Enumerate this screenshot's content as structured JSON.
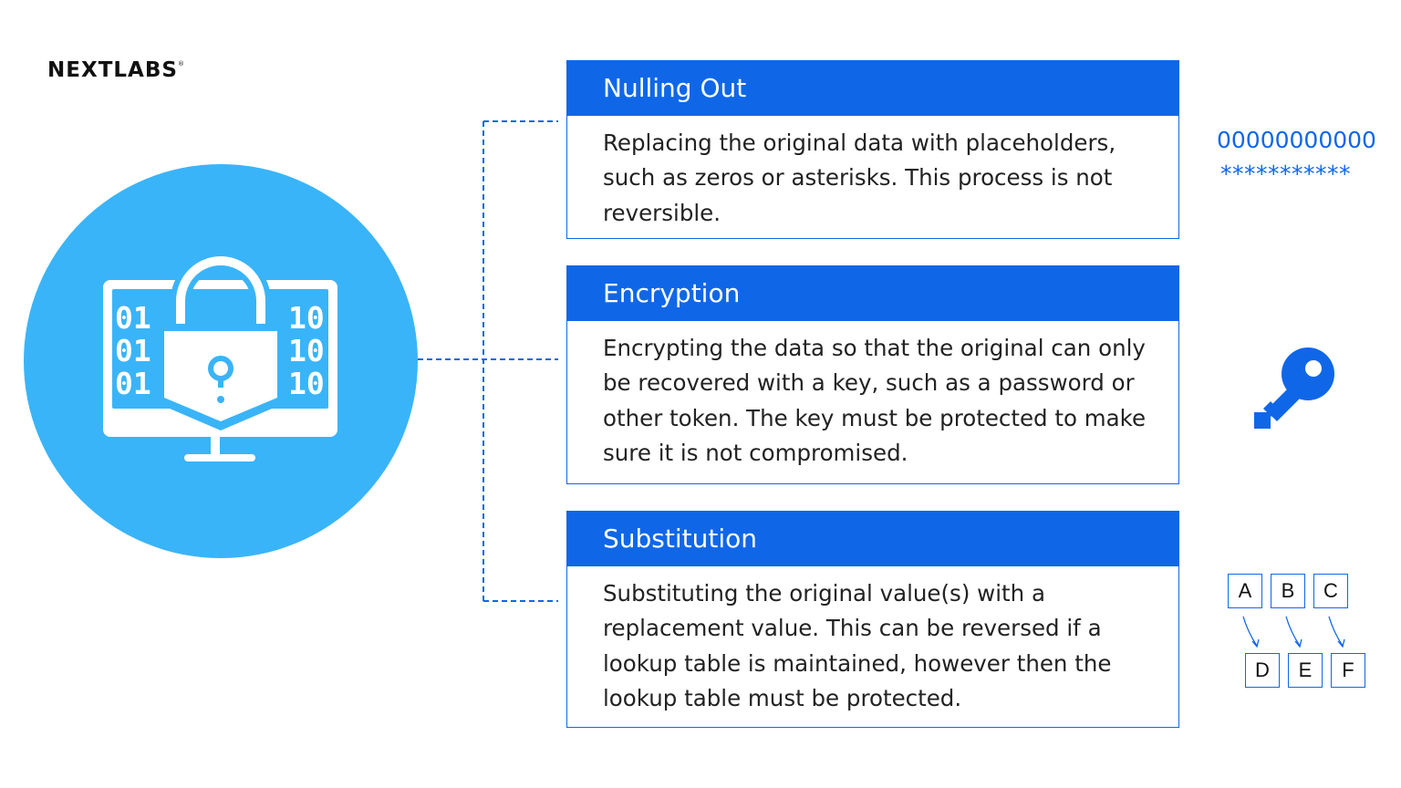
{
  "brand": {
    "logo_text": "NEXTLABS",
    "registered_mark": "®"
  },
  "methods": [
    {
      "title": "Nulling Out",
      "description": "Replacing the original data with placeholders, such as zeros or asterisks. This process is not reversible.",
      "example": {
        "zeros": "00000000000",
        "asterisks": "***********"
      }
    },
    {
      "title": "Encryption",
      "description": "Encrypting the data so that the original can only be recovered with a key, such as a password or other token. The key must be protected to make sure it is not compromised.",
      "example": {
        "icon": "key-icon"
      }
    },
    {
      "title": "Substitution",
      "description": "Substituting the original value(s) with a replacement value. This can be reversed if a lookup table is maintained, however then the lookup table must be protected.",
      "example": {
        "original": [
          "A",
          "B",
          "C"
        ],
        "replacement": [
          "D",
          "E",
          "F"
        ]
      }
    }
  ],
  "hero": {
    "icon": "monitor-padlock-icon",
    "binary_left": [
      "01",
      "01",
      "01"
    ],
    "binary_right": [
      "10",
      "10",
      "10"
    ]
  },
  "colors": {
    "primary_blue": "#0f67e8",
    "light_blue": "#3ab4f8",
    "text": "#222222",
    "background": "#ffffff"
  }
}
